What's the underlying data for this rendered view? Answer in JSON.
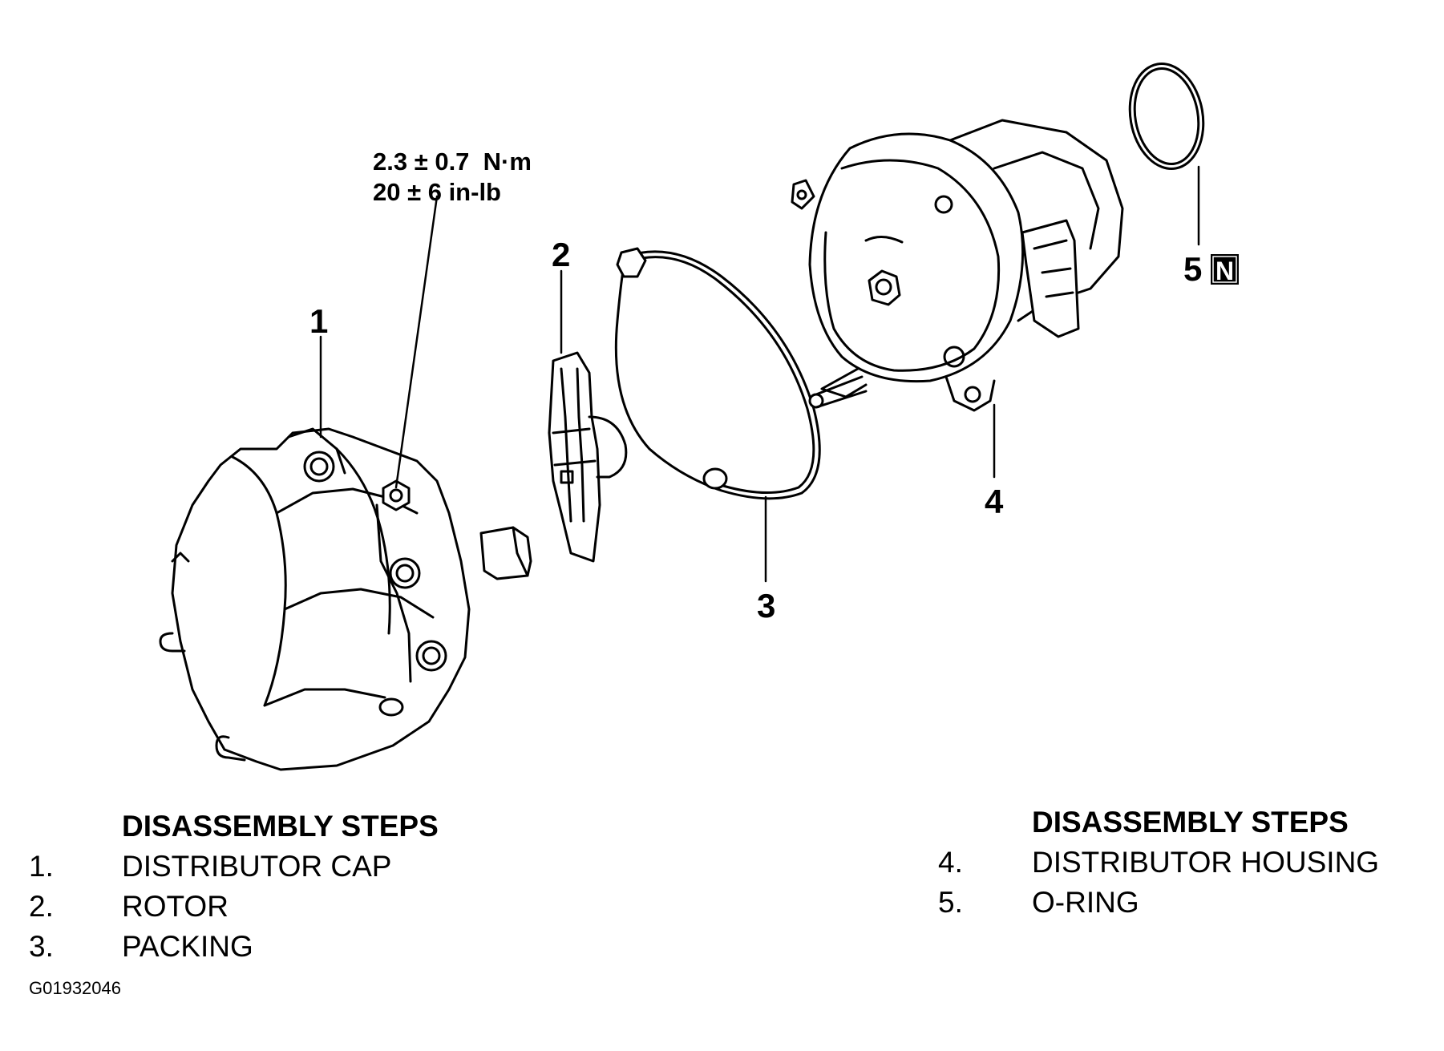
{
  "torque_spec": {
    "metric": "2.3 ± 0.7  N·m",
    "imperial": "20 ± 6 in-lb"
  },
  "callouts": [
    "1",
    "2",
    "3",
    "4",
    "5"
  ],
  "new_part_badge": "N",
  "legend_left": {
    "title": "DISASSEMBLY STEPS",
    "steps": [
      {
        "num": "1.",
        "label": "DISTRIBUTOR CAP"
      },
      {
        "num": "2.",
        "label": "ROTOR"
      },
      {
        "num": "3.",
        "label": "PACKING"
      }
    ]
  },
  "legend_right": {
    "title": "DISASSEMBLY STEPS",
    "steps": [
      {
        "num": "4.",
        "label": "DISTRIBUTOR HOUSING"
      },
      {
        "num": "5.",
        "label": "O-RING"
      }
    ]
  },
  "figure_code": "G01932046"
}
